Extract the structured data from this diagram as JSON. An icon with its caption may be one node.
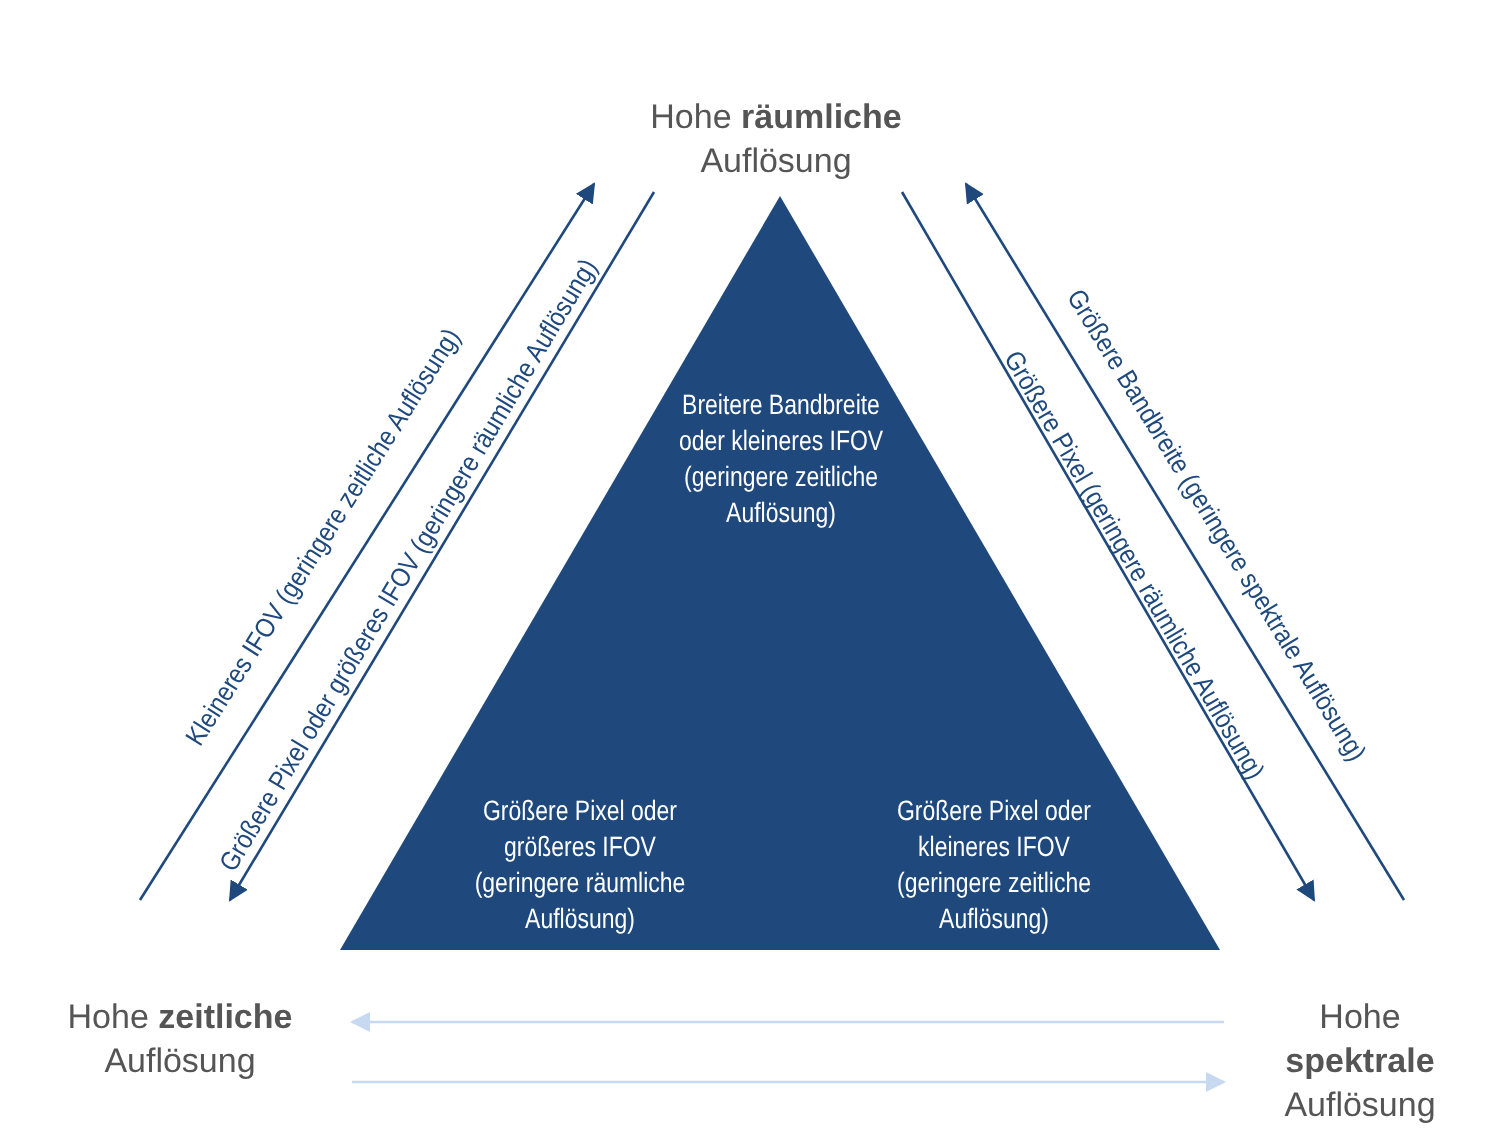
{
  "diagram": {
    "nodes": [
      {
        "text": [
          "Hohe **räumliche** Auflösung"
        ]
      },
      {
        "text": [
          "Hohe **zeitliche** Auflösung"
        ]
      },
      {
        "text": [
          "Hohe **spektrale** Auflösung"
        ]
      },
      {
        "text": [
          "Breitere Bandbreite oder kleineres IFOV (geringere zeitliche Auflösung)",
          "Größere Pixel oder größeres IFOV (geringere räumliche Auflösung)",
          "Größere Pixel oder kleineres IFOV (geringere zeitliche Auflösung)"
        ]
      }
    ],
    "edges": [
      {
        "from": 1,
        "to": 0,
        "arrow": "to",
        "label": "Kleineres IFOV (geringere zeitliche Auflösung)"
      },
      {
        "from": 0,
        "to": 1,
        "arrow": "to",
        "label": "Größere Pixel oder größeres IFOV (geringere räumliche Auflösung)"
      },
      {
        "from": 2,
        "to": 0,
        "arrow": "to",
        "label": "Größere Bandbreite (geringere spektrale Auflösung)"
      },
      {
        "from": 0,
        "to": 2,
        "arrow": "to",
        "label": "Größere Pixel (geringere räumliche Auflösung)"
      },
      {
        "from": 2,
        "to": 1,
        "arrow": "to",
        "color": "#c6d9f0"
      },
      {
        "from": 1,
        "to": 2,
        "arrow": "to",
        "color": "#c6d9f0"
      }
    ]
  }
}
